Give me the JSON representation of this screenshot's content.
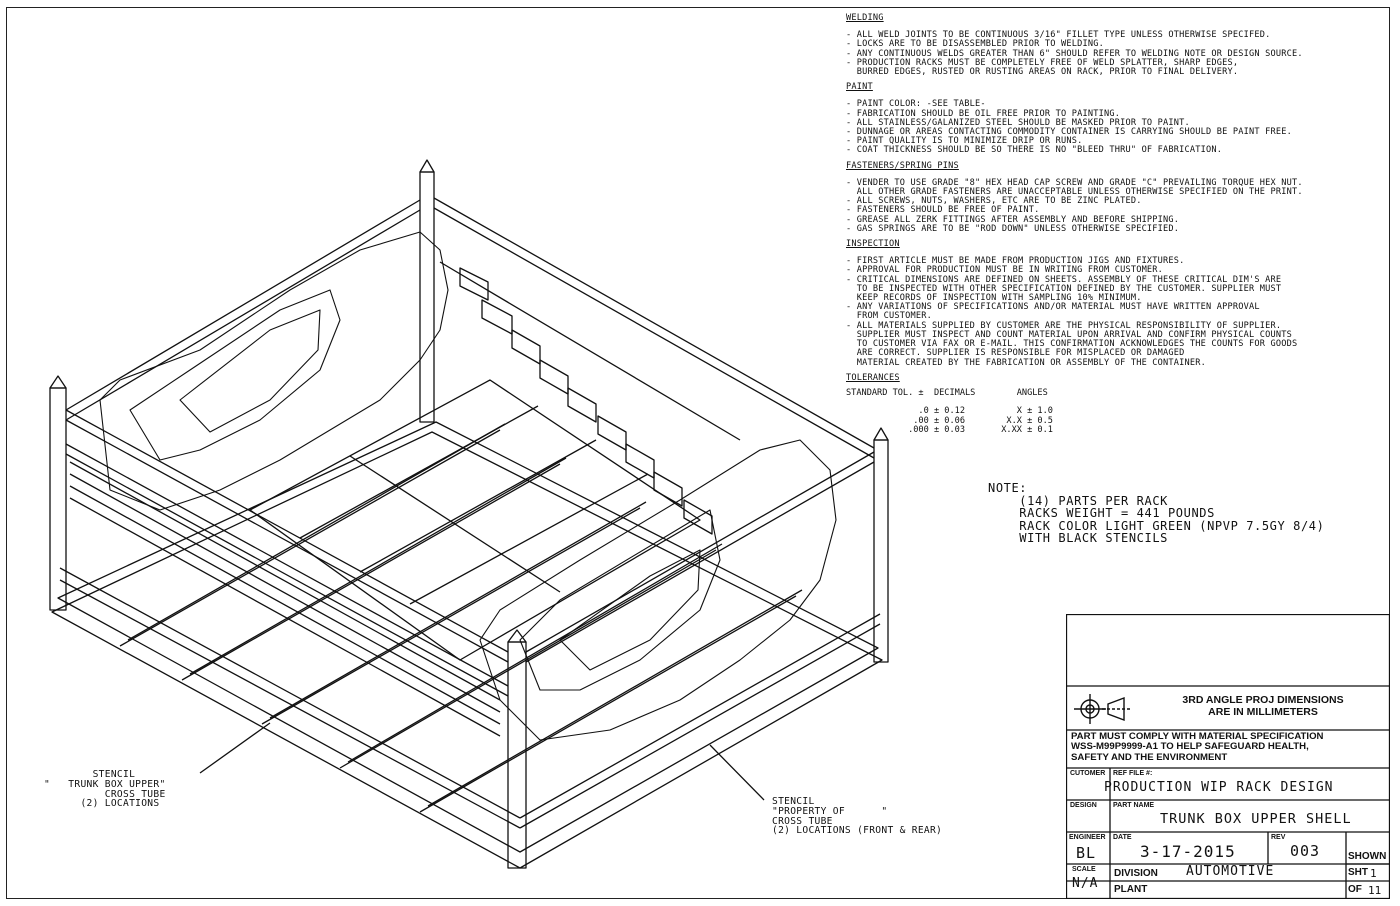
{
  "notes": {
    "welding": {
      "title": "WELDING",
      "items": [
        "- ALL WELD JOINTS TO BE CONTINUOUS 3/16\" FILLET TYPE UNLESS OTHERWISE SPECIFED.",
        "- LOCKS ARE TO BE DISASSEMBLED PRIOR TO WELDING.",
        "- ANY CONTINUOUS WELDS GREATER THAN 6\" SHOULD REFER TO WELDING NOTE OR DESIGN SOURCE.",
        "- PRODUCTION RACKS MUST BE COMPLETELY FREE OF WELD SPLATTER, SHARP EDGES,\n  BURRED EDGES, RUSTED OR RUSTING AREAS ON RACK, PRIOR TO FINAL DELIVERY."
      ]
    },
    "paint": {
      "title": "PAINT",
      "items": [
        "- PAINT COLOR: -SEE TABLE-",
        "- FABRICATION SHOULD BE OIL FREE PRIOR TO PAINTING.",
        "- ALL STAINLESS/GALANIZED STEEL SHOULD BE MASKED PRIOR TO PAINT.",
        "- DUNNAGE OR AREAS CONTACTING COMMODITY CONTAINER IS CARRYING SHOULD BE PAINT FREE.",
        "- PAINT QUALITY IS TO MINIMIZE DRIP OR RUNS.",
        "- COAT THICKNESS SHOULD BE SO THERE IS NO \"BLEED THRU\" OF FABRICATION."
      ]
    },
    "fasteners": {
      "title": "FASTENERS/SPRING PINS",
      "items": [
        "- VENDER TO USE GRADE \"8\" HEX HEAD CAP SCREW AND GRADE \"C\" PREVAILING TORQUE HEX NUT.\n  ALL OTHER GRADE FASTENERS ARE UNACCEPTABLE UNLESS OTHERWISE SPECIFIED ON THE PRINT.",
        "- ALL SCREWS, NUTS, WASHERS, ETC ARE TO BE ZINC PLATED.",
        "- FASTENERS SHOULD BE FREE OF PAINT.",
        "- GREASE ALL ZERK FITTINGS AFTER ASSEMBLY AND BEFORE SHIPPING.",
        "- GAS SPRINGS ARE TO BE \"ROD DOWN\" UNLESS OTHERWISE SPECIFIED."
      ]
    },
    "inspection": {
      "title": "INSPECTION",
      "items": [
        "- FIRST ARTICLE MUST BE MADE FROM PRODUCTION JIGS AND FIXTURES.",
        "- APPROVAL FOR PRODUCTION MUST BE IN WRITING FROM CUSTOMER.",
        "- CRITICAL DIMENSIONS ARE DEFINED ON SHEETS. ASSEMBLY OF THESE CRITICAL DIM'S ARE\n  TO BE INSPECTED WITH OTHER SPECIFICATION DEFINED BY THE CUSTOMER. SUPPLIER MUST\n  KEEP RECORDS OF INSPECTION WITH SAMPLING 10% MINIMUM.",
        "- ANY VARIATIONS OF SPECIFICATIONS AND/OR MATERIAL MUST HAVE WRITTEN APPROVAL\n  FROM CUSTOMER.",
        "- ALL MATERIALS SUPPLIED BY CUSTOMER ARE THE PHYSICAL RESPONSIBILITY OF SUPPLIER.\n  SUPPLIER MUST INSPECT AND COUNT MATERIAL UPON ARRIVAL AND CONFIRM PHYSICAL COUNTS\n  TO CUSTOMER VIA FAX OR E-MAIL. THIS CONFIRMATION ACKNOWLEDGES THE COUNTS FOR GOODS\n  ARE CORRECT. SUPPLIER IS RESPONSIBLE FOR MISPLACED OR DAMAGED\n  MATERIAL CREATED BY THE FABRICATION OR ASSEMBLY OF THE CONTAINER."
      ]
    },
    "tolerances": {
      "title": "TOLERANCES",
      "text": "STANDARD TOL. ±  DECIMALS        ANGLES\n\n              .0 ± 0.12          X ± 1.0\n             .00 ± 0.06        X.X ± 0.5\n            .000 ± 0.03       X.XX ± 0.1"
    }
  },
  "note_block": "NOTE:\n    (14) PARTS PER RACK\n    RACKS WEIGHT = 441 POUNDS\n    RACK COLOR LIGHT GREEN (NPVP 7.5GY 8/4)\n    WITH BLACK STENCILS",
  "callouts": {
    "left": "        STENCIL\n\"   TRUNK BOX UPPER\"\n          CROSS TUBE\n      (2) LOCATIONS",
    "right": "STENCIL\n\"PROPERTY OF      \"\nCROSS TUBE\n(2) LOCATIONS (FRONT & REAR)"
  },
  "title_block": {
    "proj_text": "3RD ANGLE PROJ DIMENSIONS\nARE IN MILLIMETERS",
    "compliance": "PART MUST COMPLY WITH MATERIAL SPECIFICATION\nWSS-M99P9999-A1 TO HELP SAFEGUARD HEALTH,\nSAFETY AND THE ENVIRONMENT",
    "customer_label": "CUTOMER",
    "ref_file_label": "REF FILE #:",
    "ref_file": "PRODUCTION WIP RACK DESIGN",
    "design_label": "DESIGN",
    "part_name_label": "PART NAME",
    "part_name": "TRUNK BOX UPPER SHELL",
    "engineer_label": "ENGINEER",
    "engineer": "BL",
    "date_label": "DATE",
    "date": "3-17-2015",
    "rev_label": "REV",
    "rev": "003",
    "shown": "SHOWN",
    "scale_label": "SCALE",
    "scale": "N/A",
    "division_label": "DIVISION",
    "division": "AUTOMOTIVE",
    "plant_label": "PLANT",
    "sht_label": "SHT",
    "sht": "1",
    "of_label": "OF",
    "of": "11"
  }
}
